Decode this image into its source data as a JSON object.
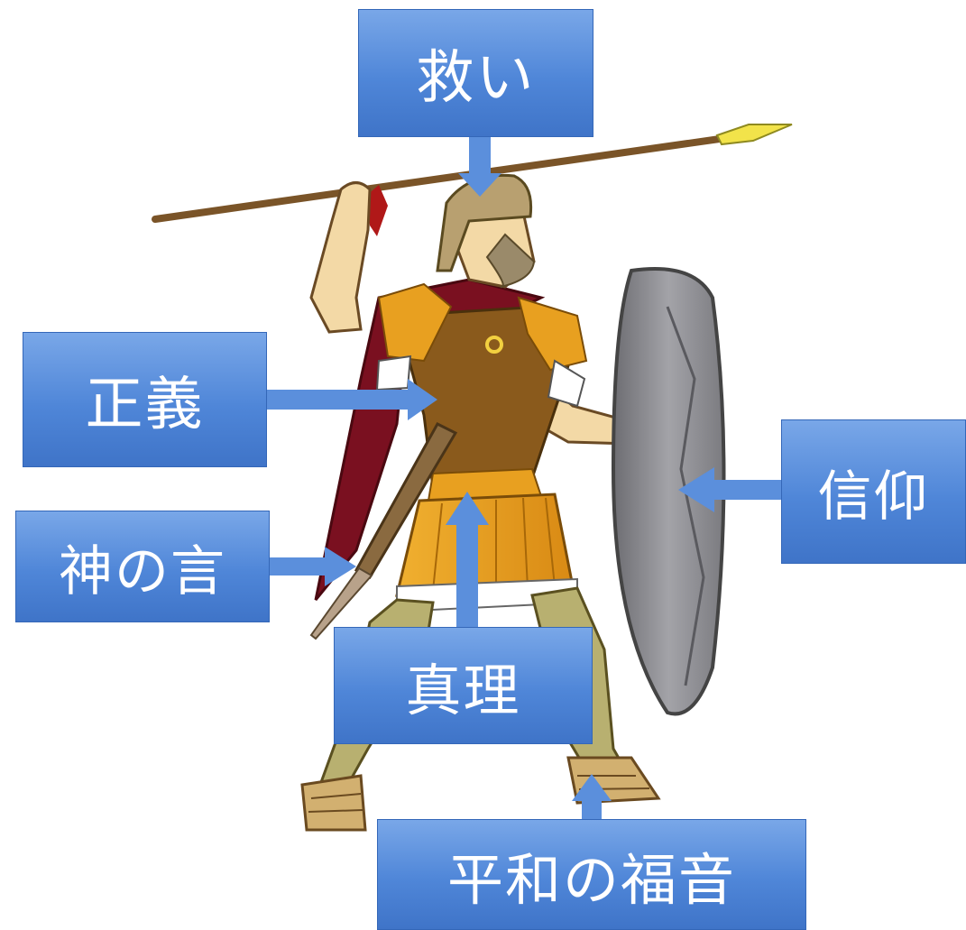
{
  "labels": {
    "salvation": "救い",
    "righteousness": "正義",
    "word": "神の言",
    "faith": "信仰",
    "truth": "真理",
    "peace": "平和の福音"
  },
  "colors": {
    "box_blue": "#4f86d8",
    "arrow_blue": "#5b8fdc",
    "cape_red": "#7a1020",
    "tunic_brown": "#8a5a1c",
    "skirt_orange": "#e8a020",
    "shield_gray": "#8e8e92",
    "skin": "#f3d9a6",
    "helmet": "#b8a070"
  }
}
